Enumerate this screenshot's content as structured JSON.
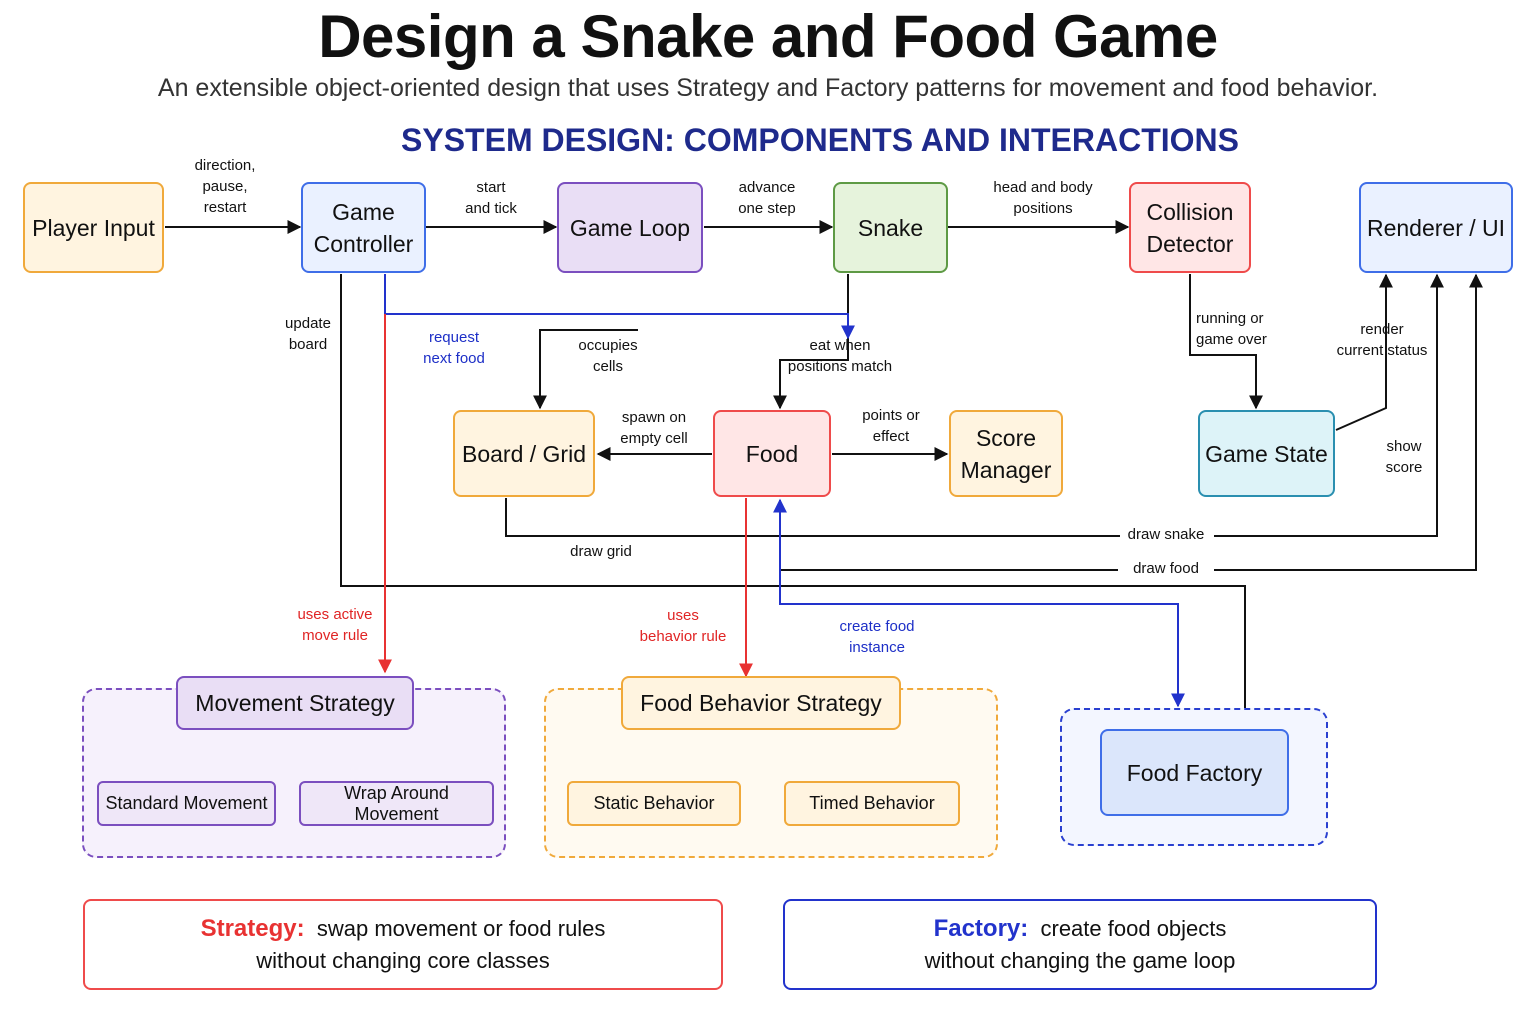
{
  "title": "Design a Snake and Food Game",
  "subtitle": "An extensible object-oriented design that uses Strategy and Factory patterns for movement and food behavior.",
  "section_title": "SYSTEM DESIGN: COMPONENTS AND INTERACTIONS",
  "nodes": {
    "player_input": "Player Input",
    "game_controller": "Game\nController",
    "game_loop": "Game Loop",
    "snake": "Snake",
    "collision_detector": "Collision\nDetector",
    "renderer": "Renderer / UI",
    "board": "Board / Grid",
    "food": "Food",
    "score_manager": "Score\nManager",
    "game_state": "Game State",
    "movement_strategy": "Movement Strategy",
    "standard_movement": "Standard Movement",
    "wrap_movement": "Wrap Around Movement",
    "food_behavior_strategy": "Food Behavior Strategy",
    "static_behavior": "Static Behavior",
    "timed_behavior": "Timed Behavior",
    "food_factory": "Food Factory"
  },
  "edge_labels": {
    "direction": "direction,\npause,\nrestart",
    "start_tick": "start\nand tick",
    "advance": "advance\none step",
    "head_body": "head and body\npositions",
    "update_board": "update\nboard",
    "request_food": "request\nnext food",
    "occupies": "occupies\ncells",
    "eat": "eat when\npositions match",
    "running": "running or\ngame over",
    "render_status": "render\ncurrent status",
    "spawn": "spawn on\nempty cell",
    "points": "points or\neffect",
    "show_score": "show\nscore",
    "draw_snake": "draw snake",
    "draw_grid": "draw grid",
    "draw_food": "draw food",
    "uses_move": "uses active\nmove rule",
    "uses_behavior": "uses\nbehavior rule",
    "create_food": "create food\ninstance"
  },
  "legend": {
    "strategy_keyword": "Strategy:",
    "strategy_line1": "swap movement or food rules",
    "strategy_line2": "without changing core classes",
    "factory_keyword": "Factory:",
    "factory_line1": "create food objects",
    "factory_line2": "without changing the game loop"
  },
  "colors": {
    "orange_border": "#f0a93b",
    "orange_fill": "#fff4e0",
    "blue_border": "#3f6ee8",
    "blue_fill": "#eaf1ff",
    "purple_border": "#7b4fbf",
    "purple_fill": "#e9def5",
    "green_border": "#5e9a45",
    "green_fill": "#e6f3dc",
    "red_border": "#ef4b4b",
    "red_fill": "#ffe6e6",
    "teal_border": "#2a8fb0",
    "teal_fill": "#ddf3f8",
    "red_arrow": "#e83232",
    "blue_arrow": "#2233cc",
    "green_arrow": "#2e7d32"
  }
}
